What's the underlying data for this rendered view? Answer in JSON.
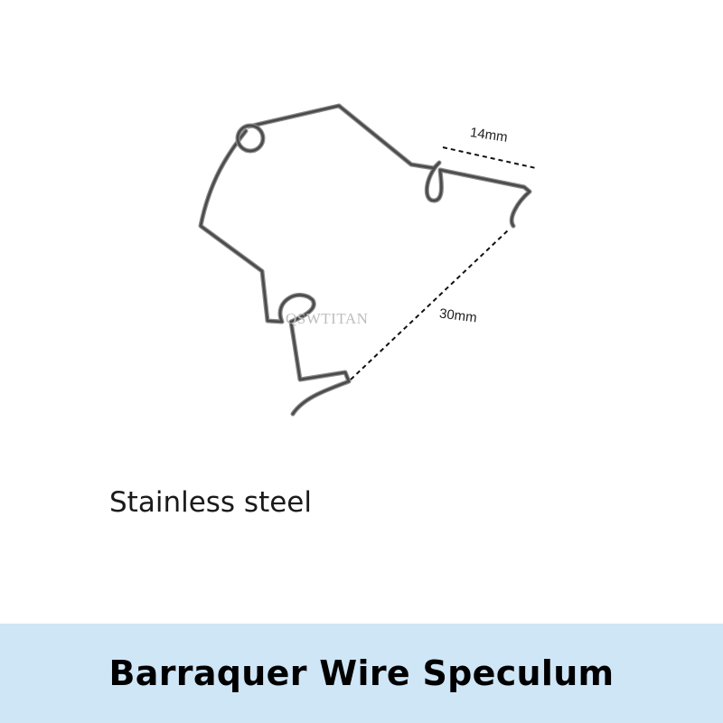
{
  "image": {
    "watermark": "QSWTITAN",
    "dimensions": {
      "width_label": "14mm",
      "depth_label": "30mm"
    },
    "material_text": "Stainless steel"
  },
  "footer": {
    "title": "Barraquer Wire Speculum",
    "background_color": "#cfe6f7"
  },
  "colors": {
    "wire": "#4a4a4a",
    "dimension_line": "#111111"
  }
}
